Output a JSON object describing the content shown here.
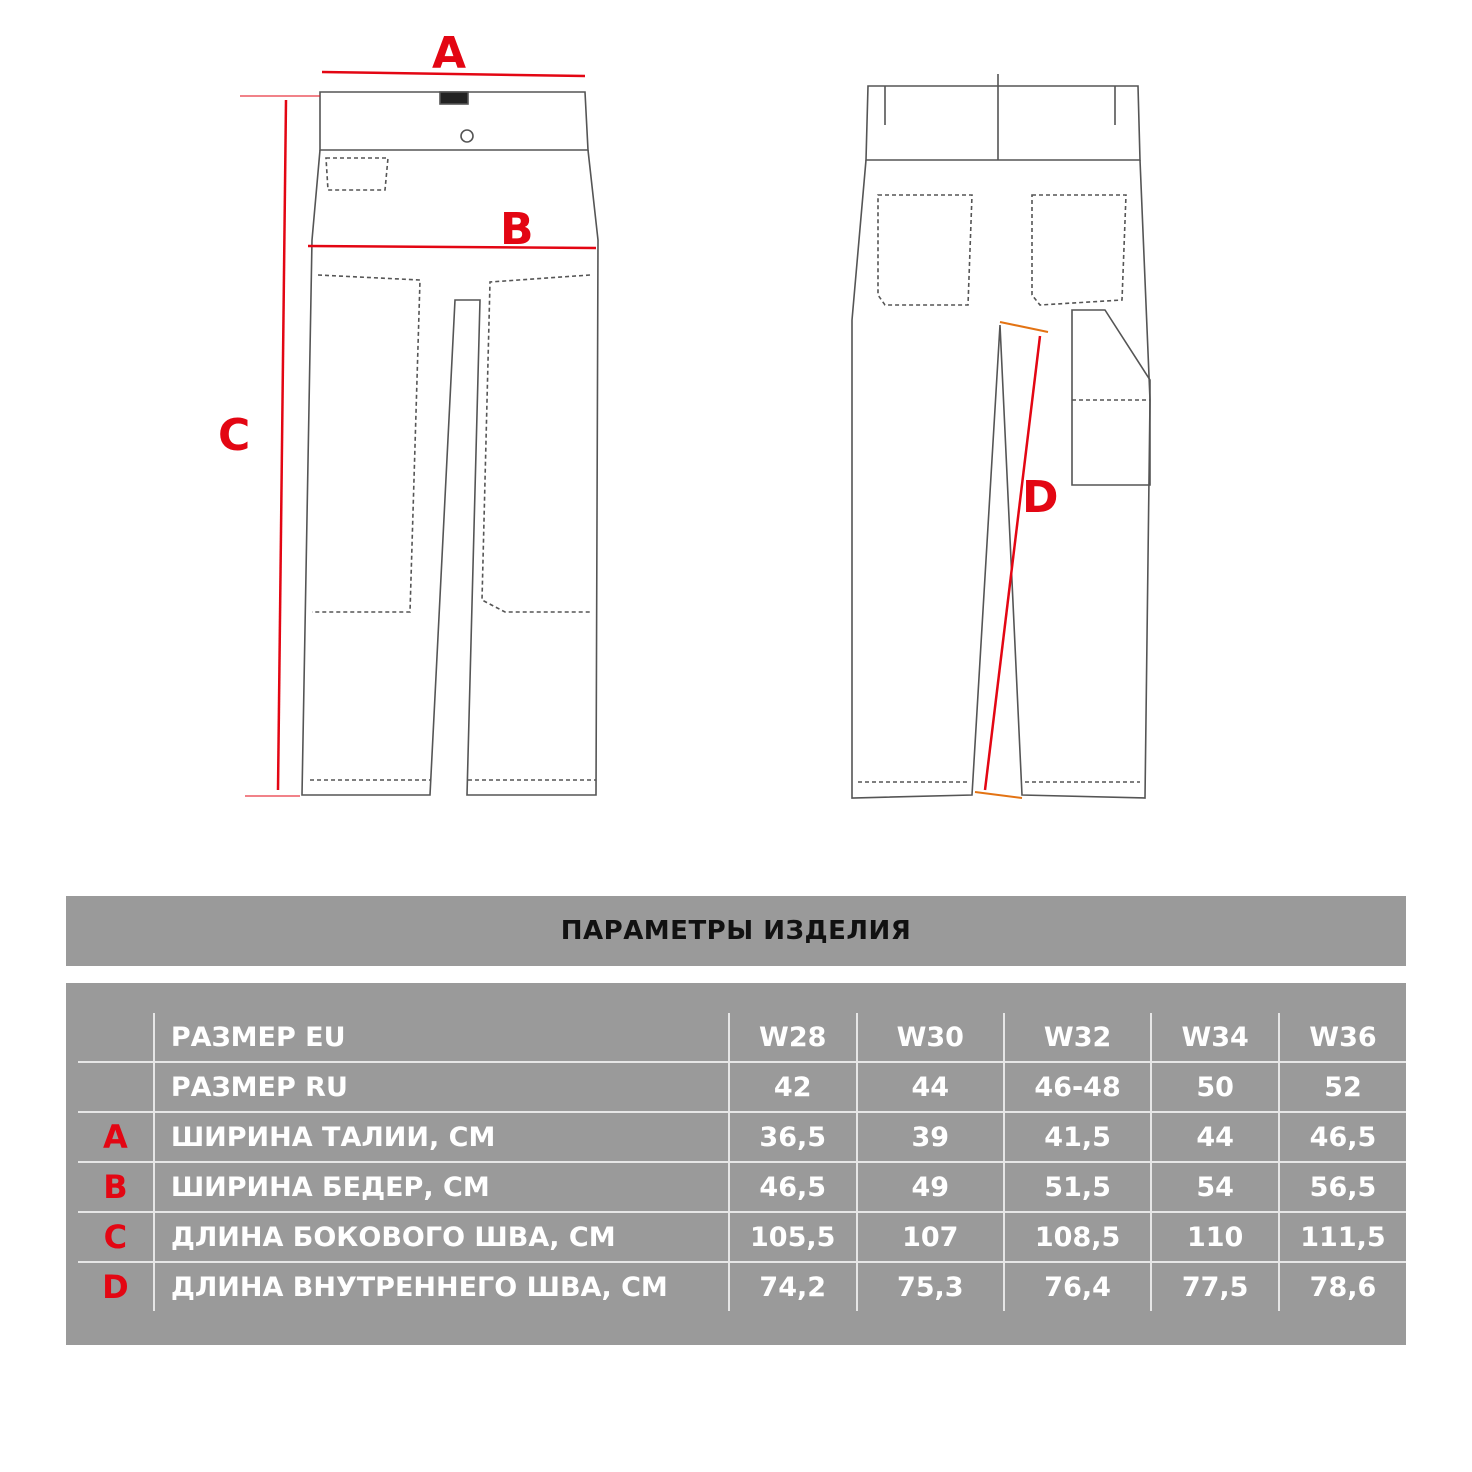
{
  "diagram": {
    "labels": {
      "a": "A",
      "b": "B",
      "c": "C",
      "d": "D"
    },
    "accent_color": "#e30613"
  },
  "table": {
    "title": "ПАРАМЕТРЫ ИЗДЕЛИЯ",
    "rows": [
      {
        "mark": "",
        "name": "РАЗМЕР EU",
        "values": [
          "W28",
          "W30",
          "W32",
          "W34",
          "W36"
        ]
      },
      {
        "mark": "",
        "name": "РАЗМЕР RU",
        "values": [
          "42",
          "44",
          "46-48",
          "50",
          "52"
        ]
      },
      {
        "mark": "A",
        "name": "ШИРИНА ТАЛИИ, СМ",
        "values": [
          "36,5",
          "39",
          "41,5",
          "44",
          "46,5"
        ]
      },
      {
        "mark": "B",
        "name": "ШИРИНА БЕДЕР, СМ",
        "values": [
          "46,5",
          "49",
          "51,5",
          "54",
          "56,5"
        ]
      },
      {
        "mark": "C",
        "name": "ДЛИНА БОКОВОГО ШВА, СМ",
        "values": [
          "105,5",
          "107",
          "108,5",
          "110",
          "111,5"
        ]
      },
      {
        "mark": "D",
        "name": "ДЛИНА ВНУТРЕННЕГО ШВА, СМ",
        "values": [
          "74,2",
          "75,3",
          "76,4",
          "77,5",
          "78,6"
        ]
      }
    ]
  }
}
